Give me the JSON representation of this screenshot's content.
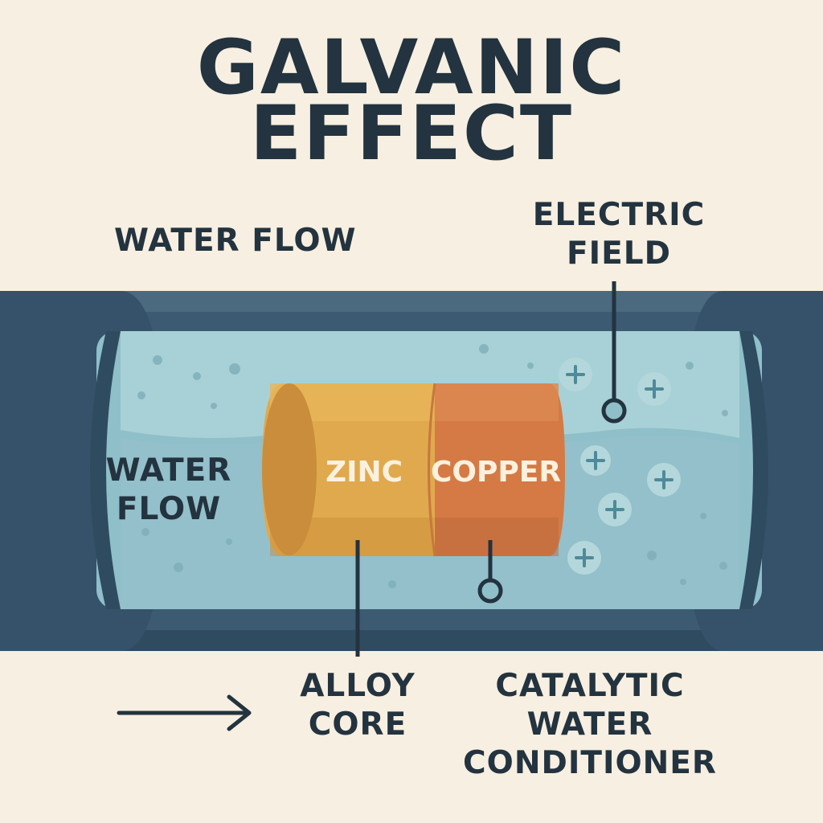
{
  "title": {
    "line1": "GALVANIC",
    "line2": "EFFECT"
  },
  "labels": {
    "water_flow_top": "WATER FLOW",
    "electric_field_line1": "ELECTRIC",
    "electric_field_line2": "FIELD",
    "water_flow_left_line1": "WATER",
    "water_flow_left_line2": "FLOW",
    "zinc": "ZINC",
    "copper": "COPPER",
    "alloy_core_line1": "ALLOY",
    "alloy_core_line2": "CORE",
    "conditioner_line1": "CATALYTIC",
    "conditioner_line2": "WATER",
    "conditioner_line3": "CONDITIONER"
  },
  "icons": {
    "flow_arrow": "arrow-right-icon",
    "ion": "plus-icon",
    "leader_end": "circle-terminal-icon"
  },
  "colors": {
    "background": "#f7efe1",
    "pipe": "#3c5a72",
    "pipe_dark": "#2f4b60",
    "water": "#8fbfc9",
    "water_light": "#a8d1d7",
    "zinc": "#e0a94d",
    "copper": "#d57a45",
    "text": "#23333f"
  }
}
